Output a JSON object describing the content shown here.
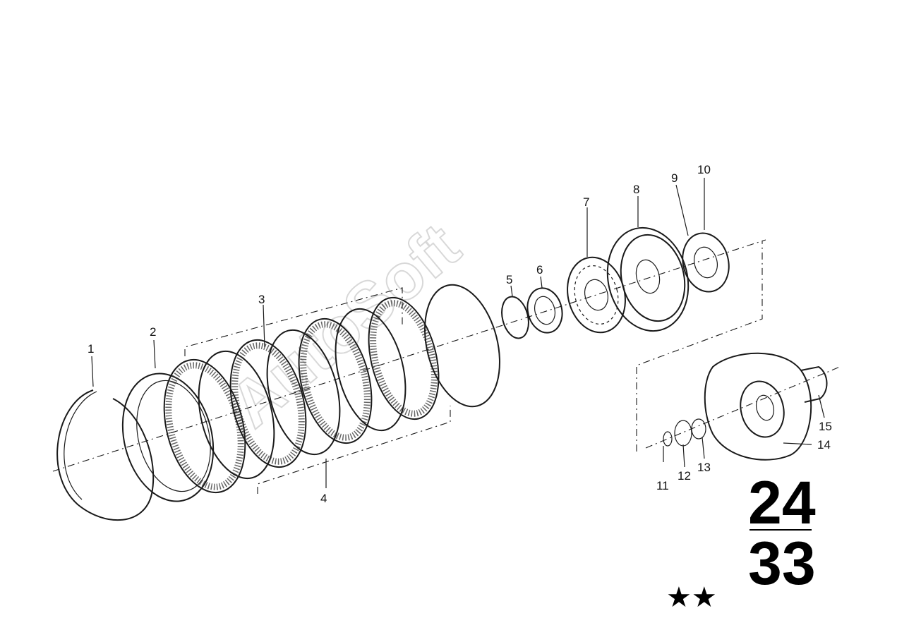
{
  "diagram": {
    "part_numbers": [
      "1",
      "2",
      "3",
      "4",
      "5",
      "6",
      "7",
      "8",
      "9",
      "10",
      "11",
      "12",
      "13",
      "14",
      "15"
    ],
    "group_top": "24",
    "group_bottom": "33",
    "stars": "★★",
    "watermark": "AutoSoft"
  }
}
